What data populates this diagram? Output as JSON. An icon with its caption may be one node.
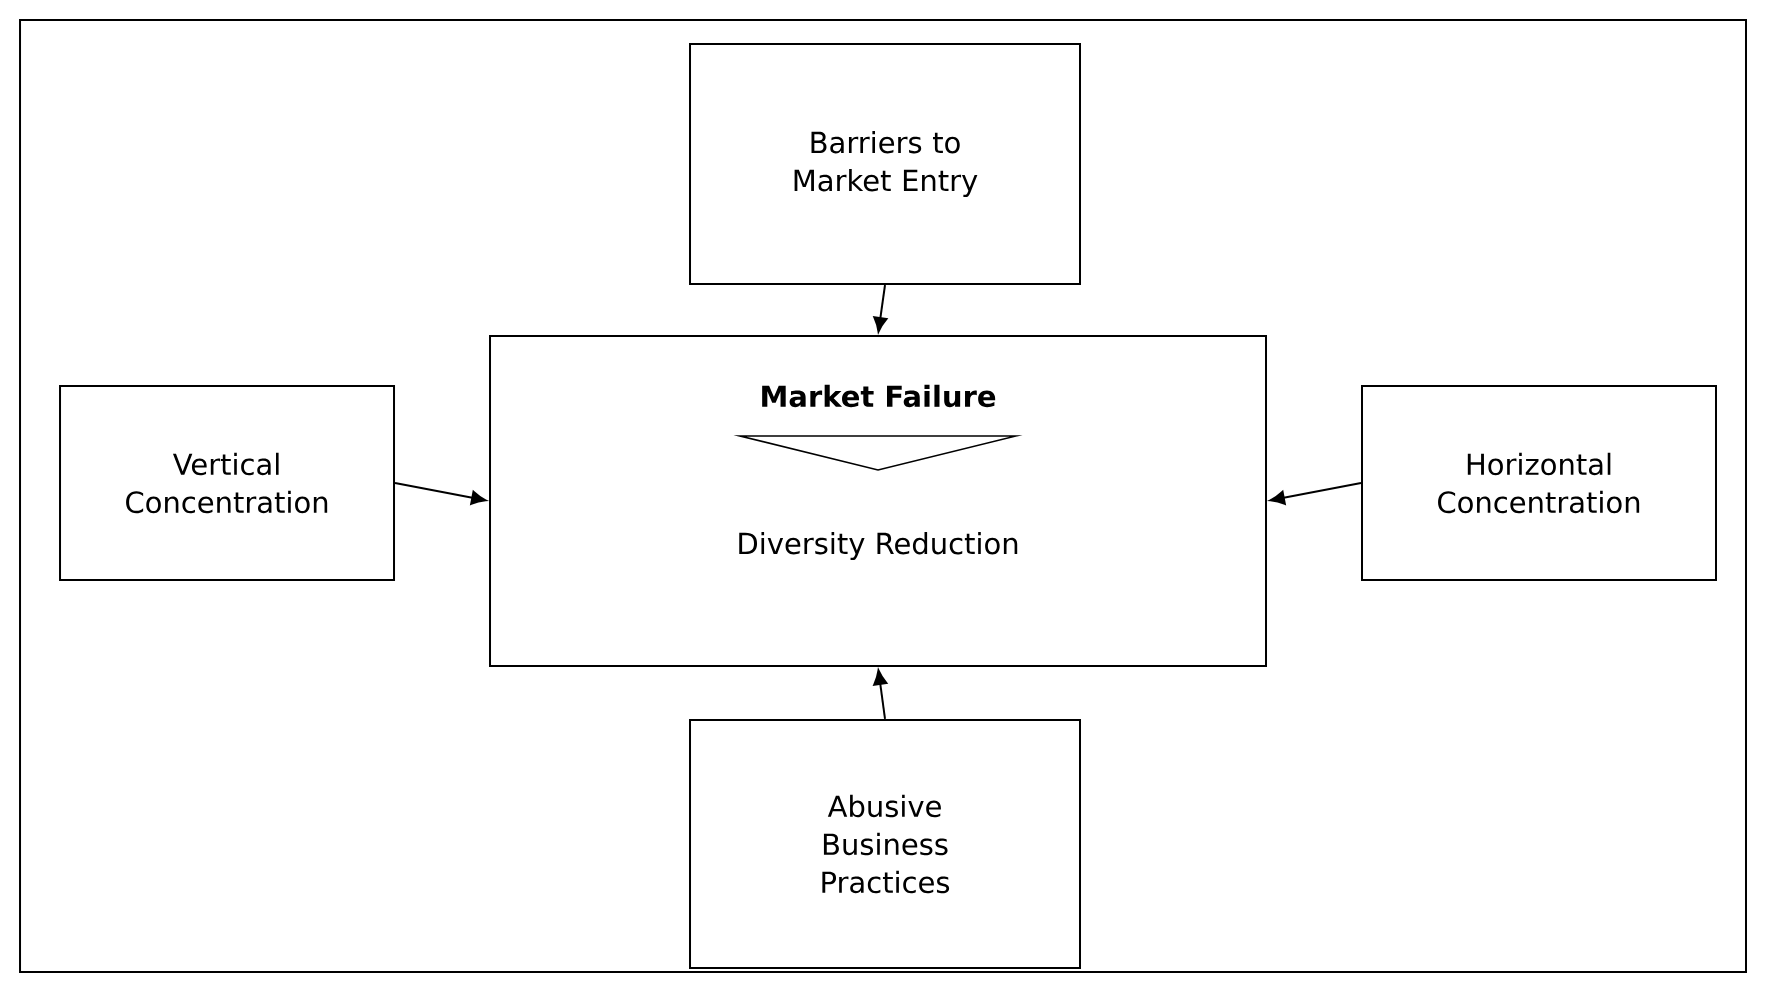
{
  "diagram": {
    "nodes": [
      {
        "text": [
          "Barriers to Market Entry"
        ]
      },
      {
        "text": [
          "Market Failure",
          "Diversity Reduction"
        ]
      },
      {
        "text": [
          "Vertical Concentration"
        ]
      },
      {
        "text": [
          "Horizontal Concentration"
        ]
      },
      {
        "text": [
          "Abusive Business Practices"
        ]
      }
    ],
    "edges": [
      {
        "from": 0,
        "to": 1,
        "arrow": "to"
      },
      {
        "from": 2,
        "to": 1,
        "arrow": "to"
      },
      {
        "from": 3,
        "to": 1,
        "arrow": "to"
      },
      {
        "from": 4,
        "to": 1,
        "arrow": "to"
      }
    ]
  }
}
